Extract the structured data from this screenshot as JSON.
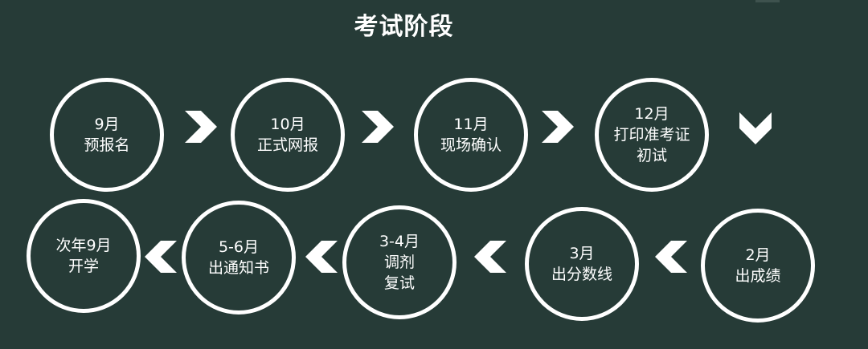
{
  "title": "考试阶段",
  "stages": [
    {
      "lines": [
        "9月",
        "预报名"
      ]
    },
    {
      "lines": [
        "10月",
        "正式网报"
      ]
    },
    {
      "lines": [
        "11月",
        "现场确认"
      ]
    },
    {
      "lines": [
        "12月",
        "打印准考证",
        "初试"
      ]
    },
    {
      "lines": [
        "2月",
        "出成绩"
      ]
    },
    {
      "lines": [
        "3月",
        "出分数线"
      ]
    },
    {
      "lines": [
        "3-4月",
        "调剂",
        "复试"
      ]
    },
    {
      "lines": [
        "5-6月",
        "出通知书"
      ]
    },
    {
      "lines": [
        "次年9月",
        "开学"
      ]
    }
  ],
  "arrows": [
    {
      "direction": "right"
    },
    {
      "direction": "right"
    },
    {
      "direction": "right"
    },
    {
      "direction": "down"
    },
    {
      "direction": "left"
    },
    {
      "direction": "left"
    },
    {
      "direction": "left"
    },
    {
      "direction": "left"
    }
  ]
}
